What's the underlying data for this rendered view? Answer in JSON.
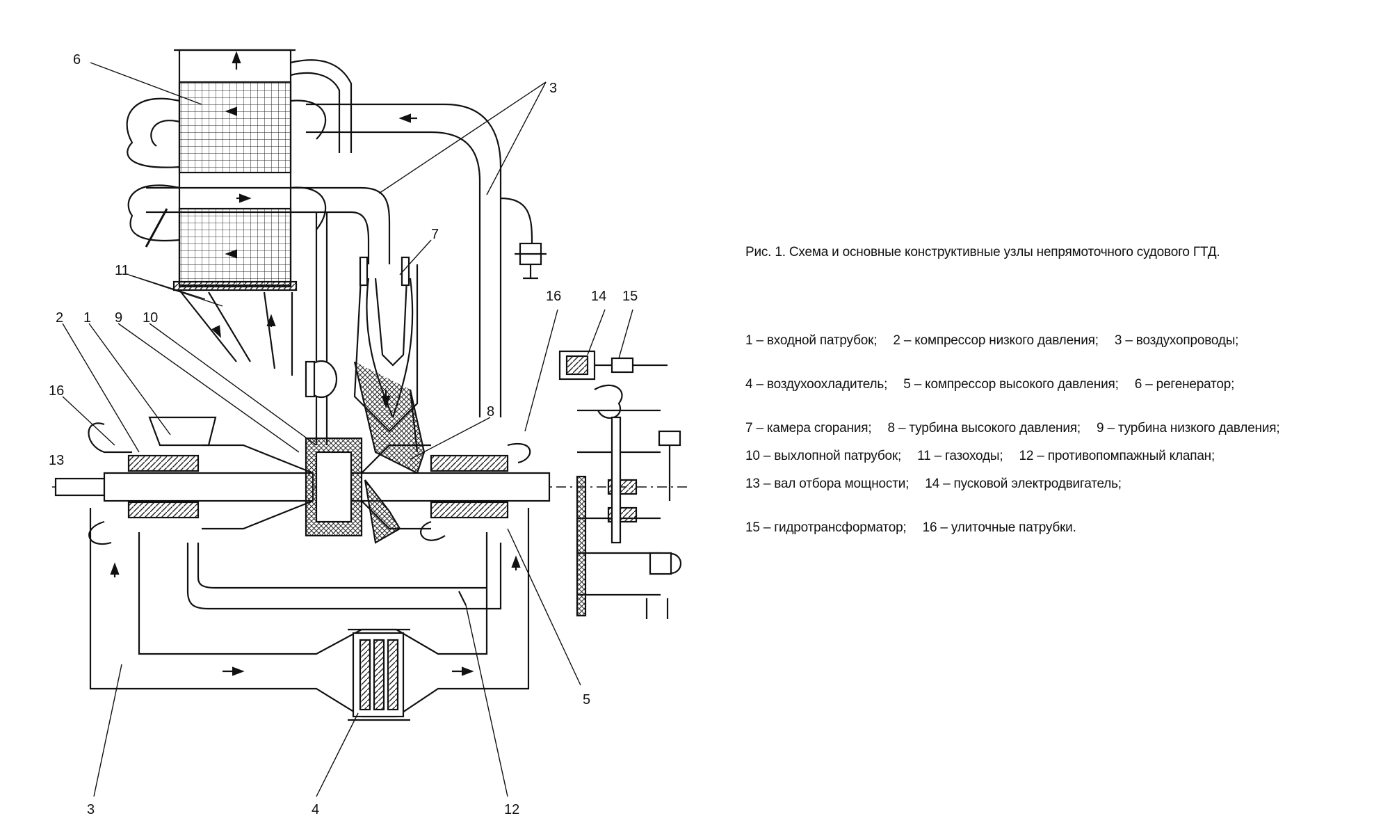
{
  "figure": {
    "caption": "Рис. 1. Схема и основные конструктивные узлы непрямоточного судового ГТД."
  },
  "callouts": [
    "6",
    "3",
    "7",
    "11",
    "2",
    "1",
    "9",
    "10",
    "16",
    "14",
    "15",
    "16",
    "8",
    "13",
    "5",
    "3",
    "4",
    "12"
  ],
  "legend": {
    "paragraphs": [
      [
        "1 – входной патрубок;",
        "2 – компрессор  низкого давления;",
        "3 – воздухопроводы;"
      ],
      [
        "4 – воздухоохладитель;",
        "5 – компрессор высокого давления;",
        "6 – регенератор;"
      ],
      [
        "7 – камера сгорания;",
        "8 – турбина высокого давления;",
        "9 – турбина низкого давления;",
        "10 – выхлопной патрубок;",
        "11 – газоходы;",
        "12 – противопомпажный клапан;",
        "13 – вал отбора мощности;",
        "14 – пусковой электродвигатель;"
      ],
      [
        "15 – гидротрансформатор;",
        "16 – улиточные патрубки."
      ]
    ]
  }
}
